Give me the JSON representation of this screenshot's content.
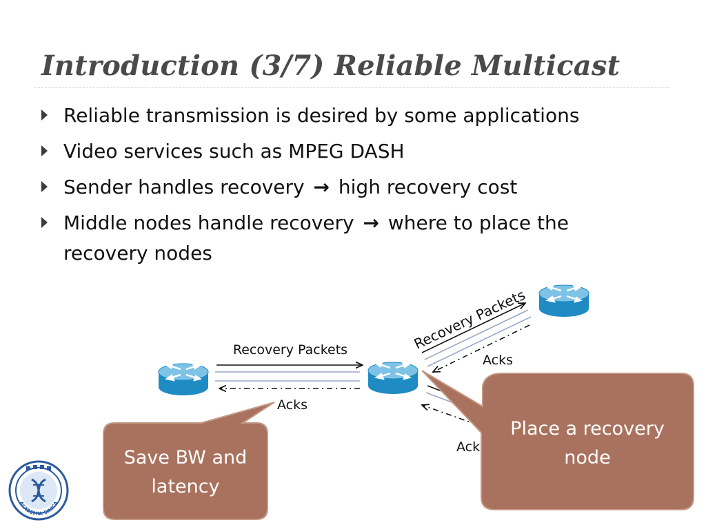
{
  "slide": {
    "title": "Introduction (3/7) Reliable Multicast"
  },
  "bullets": [
    {
      "pre": "Reliable transmission is desired by some applications",
      "arrow": "",
      "post": ""
    },
    {
      "pre": "Video services such as MPEG DASH",
      "arrow": "",
      "post": ""
    },
    {
      "pre": "Sender handles recovery",
      "arrow": "→",
      "post": "high recovery cost"
    },
    {
      "pre": "Middle nodes handle recovery",
      "arrow": "→",
      "post": "where to place the recovery nodes"
    }
  ],
  "diagram": {
    "left_link_top_label": "Recovery Packets",
    "left_link_bottom_label": "Acks",
    "upper_link_label": "Recovery Packets",
    "upper_link_ack_label": "Acks",
    "lower_link_ack_label": "Ack",
    "callout_left": "Save BW and latency",
    "callout_right": "Place a recovery node",
    "router_icon": "router-icon"
  },
  "colors": {
    "title": "#4a4a4a",
    "router_top": "#7ec3e6",
    "router_body": "#1e8bc3",
    "callout_fill": "#a9725e",
    "callout_stroke": "#c49a86",
    "line_dark": "#111111",
    "line_light": "#9aa8c8"
  },
  "logo": {
    "name": "Academia Sinica",
    "text": "ACADEMIA SINICA"
  }
}
